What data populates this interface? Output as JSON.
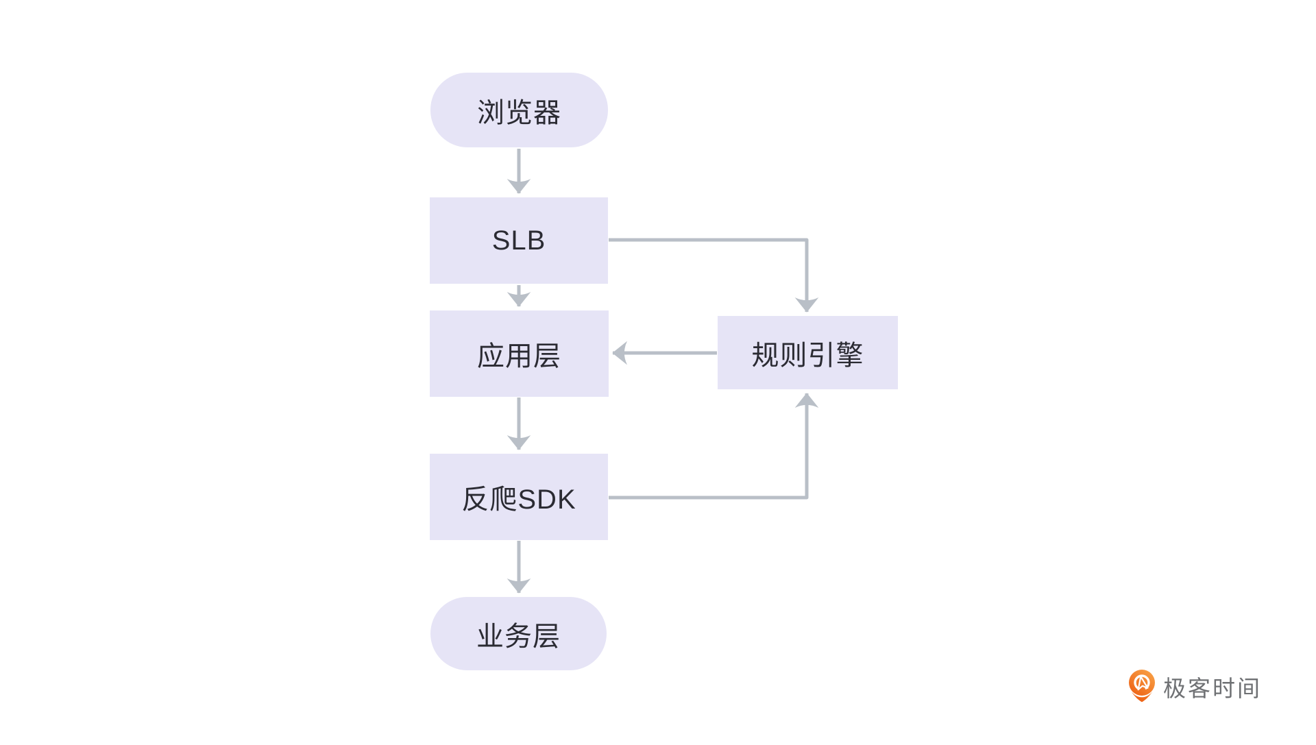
{
  "diagram": {
    "nodes": [
      {
        "id": "browser",
        "label": "浏览器",
        "shape": "pill"
      },
      {
        "id": "slb",
        "label": "SLB",
        "shape": "rect"
      },
      {
        "id": "app-layer",
        "label": "应用层",
        "shape": "rect"
      },
      {
        "id": "anti-crawl-sdk",
        "label": "反爬SDK",
        "shape": "rect"
      },
      {
        "id": "business-layer",
        "label": "业务层",
        "shape": "pill"
      },
      {
        "id": "rule-engine",
        "label": "规则引擎",
        "shape": "rect"
      }
    ],
    "edges": [
      {
        "from": "浏览器",
        "to": "SLB",
        "style": "straight-down"
      },
      {
        "from": "SLB",
        "to": "应用层",
        "style": "straight-down"
      },
      {
        "from": "SLB",
        "to": "规则引擎",
        "style": "elbow-right-then-down"
      },
      {
        "from": "规则引擎",
        "to": "应用层",
        "style": "straight-left"
      },
      {
        "from": "应用层",
        "to": "反爬SDK",
        "style": "straight-down"
      },
      {
        "from": "反爬SDK",
        "to": "规则引擎",
        "style": "elbow-right-then-up"
      },
      {
        "from": "反爬SDK",
        "to": "业务层",
        "style": "straight-down"
      }
    ],
    "colors": {
      "node_fill": "#e6e4f6",
      "node_text": "#2b2b33",
      "arrow": "#b9bfc7",
      "background": "#ffffff"
    }
  },
  "footer": {
    "brand": "极客时间",
    "brand_text_color": "#6e7073",
    "logo_icon": "geektime-pin-icon",
    "logo_gradient_start": "#ec5a10",
    "logo_gradient_end": "#f8a045"
  }
}
